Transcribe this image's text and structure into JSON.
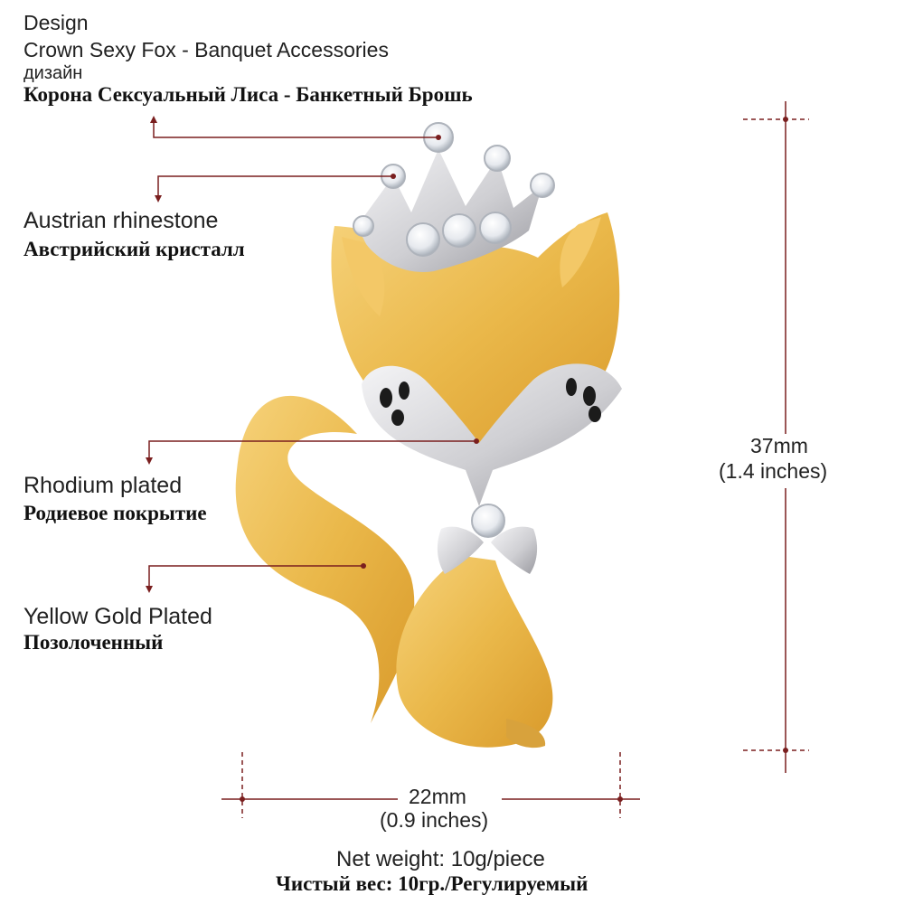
{
  "design": {
    "label_en": "Design",
    "title_en": "Crown Sexy Fox - Banquet Accessories",
    "label_ru": "дизайн",
    "title_ru": "Корона Сексуальный Лиса - Банкетный Брошь"
  },
  "callouts": {
    "rhinestone": {
      "en": "Austrian rhinestone",
      "ru": "Австрийский кристалл"
    },
    "rhodium": {
      "en": "Rhodium plated",
      "ru": "Родиевое покрытие"
    },
    "gold": {
      "en": "Yellow Gold Plated",
      "ru": "Позолоченный"
    }
  },
  "dimensions": {
    "height_mm": "37mm",
    "height_in": "(1.4  inches)",
    "width_mm": "22mm",
    "width_in": "(0.9 inches)"
  },
  "weight": {
    "en": "Net weight: 10g/piece",
    "ru": "Чистый вес: 10гр./Регулируемый"
  },
  "colors": {
    "accent_line": "#7a1f1f",
    "gold": "#eab84a",
    "silver": "#d5d5d8"
  }
}
